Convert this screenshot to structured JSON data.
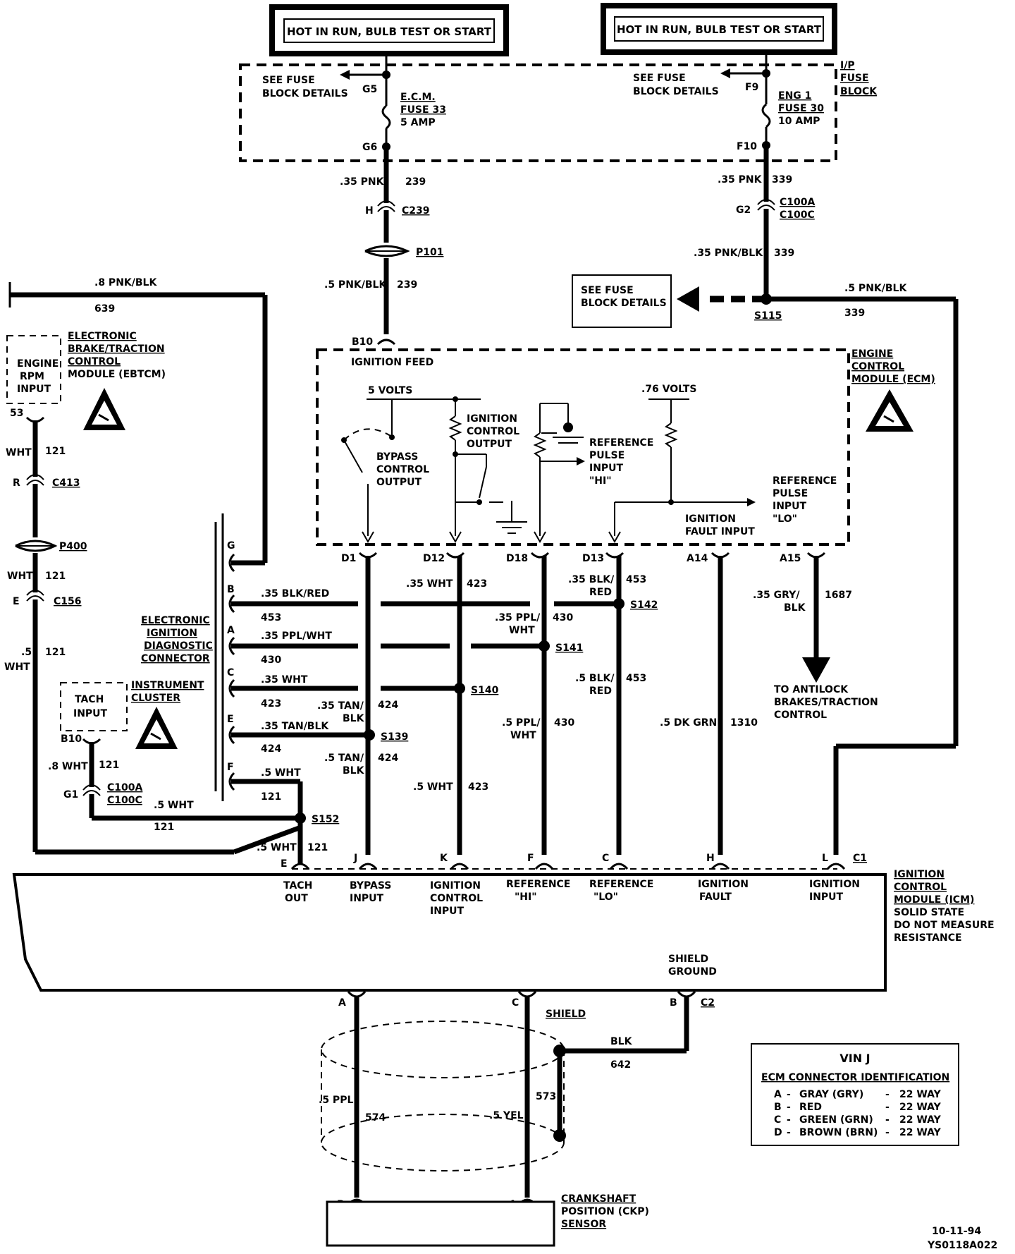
{
  "power": {
    "left_hot": "HOT IN RUN, BULB TEST OR START",
    "right_hot": "HOT IN RUN, BULB TEST OR START",
    "ip_fuse_block": [
      "I/P",
      "FUSE",
      "BLOCK"
    ],
    "see_fuse_left": [
      "SEE FUSE",
      "BLOCK DETAILS"
    ],
    "see_fuse_right": [
      "SEE FUSE",
      "BLOCK DETAILS"
    ],
    "see_fuse_box": [
      "SEE FUSE",
      "BLOCK DETAILS"
    ],
    "g5": "G5",
    "g6": "G6",
    "f9": "F9",
    "f10": "F10",
    "ecm_fuse": [
      "E.C.M.",
      "FUSE 33",
      "5 AMP"
    ],
    "eng_fuse": [
      "ENG 1",
      "FUSE 30",
      "10 AMP"
    ]
  },
  "left_feed": {
    "w1_size": ".35 PNK",
    "w1_circuit": "239",
    "conn_pin": "H",
    "conn": "C239",
    "passthru": "P101",
    "w2_size": ".5 PNK/BLK",
    "w2_circuit": "239",
    "pin": "B10",
    "feed_label": "IGNITION FEED"
  },
  "right_feed": {
    "w1_size": ".35 PNK",
    "w1_circuit": "339",
    "conn_pin": "G2",
    "conn_a": "C100A",
    "conn_b": "C100C",
    "w2_size": ".35 PNK/BLK",
    "w2_circuit": "339",
    "splice": "S115",
    "w3_size": ".5 PNK/BLK",
    "w3_circuit": "339"
  },
  "ebtcm": {
    "wire_size": ".8 PNK/BLK",
    "wire_circuit": "639",
    "title": [
      "ELECTRONIC",
      "BRAKE/TRACTION",
      "CONTROL",
      "MODULE (EBTCM)"
    ],
    "input": [
      "ENGINE",
      "RPM",
      "INPUT"
    ],
    "pin": "53",
    "w1_color": "WHT",
    "w1_circuit": "121",
    "c413_pin": "R",
    "c413": "C413",
    "p400": "P400",
    "w2_color": "WHT",
    "w2_circuit": "121",
    "c156_pin": "E",
    "c156": "C156",
    "w3_size": ".5",
    "w3_color": "WHT",
    "w3_circuit": "121"
  },
  "cluster": {
    "title": [
      "INSTRUMENT",
      "CLUSTER"
    ],
    "input": [
      "TACH",
      "INPUT"
    ],
    "pin": "B10",
    "w_size": ".8 WHT",
    "w_circuit": "121",
    "conn_pin": "G1",
    "conn_a": "C100A",
    "conn_b": "C100C",
    "w2_size": ".5 WHT",
    "w2_circuit": "121"
  },
  "diag_connector": {
    "title": [
      "ELECTRONIC",
      "IGNITION",
      "DIAGNOSTIC",
      "CONNECTOR"
    ],
    "pins": [
      "G",
      "B",
      "A",
      "C",
      "E",
      "F"
    ],
    "b_size": ".35 BLK/RED",
    "b_circuit": "453",
    "a_size": ".35 PPL/WHT",
    "a_circuit": "430",
    "c_size": ".35 WHT",
    "c_circuit": "423",
    "e_size": ".35 TAN/BLK",
    "e_circuit": "424",
    "f_size": ".5 WHT",
    "f_circuit": "121"
  },
  "ecm": {
    "title": [
      "ENGINE",
      "CONTROL",
      "MODULE (ECM)"
    ],
    "five_volts": "5 VOLTS",
    "point76": ".76 VOLTS",
    "bypass": [
      "BYPASS",
      "CONTROL",
      "OUTPUT"
    ],
    "ign_control": [
      "IGNITION",
      "CONTROL",
      "OUTPUT"
    ],
    "ref_hi": [
      "REFERENCE",
      "PULSE",
      "INPUT",
      "\"HI\""
    ],
    "ref_lo": [
      "REFERENCE",
      "PULSE",
      "INPUT",
      "\"LO\""
    ],
    "ign_fault": [
      "IGNITION",
      "FAULT INPUT"
    ],
    "pins": [
      "D1",
      "D12",
      "D18",
      "D13",
      "A14",
      "A15"
    ]
  },
  "wires": {
    "d12_size": ".35 WHT",
    "d12_circuit": "423",
    "d18_size": [
      ".35 PPL/",
      "WHT"
    ],
    "d18_circuit": "430",
    "d13_size": [
      ".35 BLK/",
      "RED"
    ],
    "d13_circuit": "453",
    "a15_size": [
      ".35  GRY/",
      "BLK"
    ],
    "a15_circuit": "1687",
    "s142": "S142",
    "s141": "S141",
    "s140": "S140",
    "s139": "S139",
    "s152": "S152",
    "tan1_size": [
      ".35 TAN/",
      "BLK"
    ],
    "tan1_circuit": "424",
    "tan2_size": [
      ".5 TAN/",
      "BLK"
    ],
    "tan2_circuit": "424",
    "blk_red_size": [
      ".5 BLK/",
      "RED"
    ],
    "blk_red_circuit": "453",
    "ppl_size": [
      ".5 PPL/",
      "WHT"
    ],
    "ppl_circuit": "430",
    "wht_size": ".5 WHT",
    "wht_circuit": "423",
    "dkgrn_size": ".5 DK GRN",
    "dkgrn_circuit": "1310",
    "tach_size": ".5 WHT",
    "tach_circuit": "121",
    "antilock": [
      "TO  ANTILOCK",
      "BRAKES/TRACTION",
      "CONTROL"
    ]
  },
  "icm": {
    "title": [
      "IGNITION",
      "CONTROL",
      "MODULE (ICM)",
      "SOLID STATE",
      "DO NOT MEASURE",
      "RESISTANCE"
    ],
    "pins": [
      "E",
      "J",
      "K",
      "F",
      "C",
      "H",
      "L"
    ],
    "c1": "C1",
    "tach_out": [
      "TACH",
      "OUT"
    ],
    "bypass_in": [
      "BYPASS",
      "INPUT"
    ],
    "ign_ctrl_in": [
      "IGNITION",
      "CONTROL",
      "INPUT"
    ],
    "ref_hi": [
      "REFERENCE",
      "\"HI\""
    ],
    "ref_lo": [
      "REFERENCE",
      "\"LO\""
    ],
    "ign_fault": [
      "IGNITION",
      "FAULT"
    ],
    "ign_input": [
      "IGNITION",
      "INPUT"
    ],
    "shield_ground": [
      "SHIELD",
      "GROUND"
    ],
    "bottom_pins": [
      "A",
      "C",
      "B"
    ],
    "c2": "C2"
  },
  "ckp": {
    "shield": "SHIELD",
    "blk": "BLK",
    "blk_circuit": "642",
    "ppl": ".5 PPL",
    "ppl_circuit": "574",
    "yel": ".5 YEL",
    "yel_circuit": "573",
    "pins": [
      "B",
      "A"
    ],
    "title": [
      "CRANKSHAFT",
      "POSITION (CKP)",
      "SENSOR"
    ]
  },
  "legend": {
    "title": "VIN J",
    "subtitle": "ECM CONNECTOR IDENTIFICATION",
    "rows": [
      {
        "letter": "A",
        "color": "GRAY (GRY)",
        "ways": "22 WAY"
      },
      {
        "letter": "B",
        "color": "RED",
        "ways": "22 WAY"
      },
      {
        "letter": "C",
        "color": "GREEN (GRN)",
        "ways": "22 WAY"
      },
      {
        "letter": "D",
        "color": "BROWN (BRN)",
        "ways": "22 WAY"
      }
    ]
  },
  "footer": {
    "date": "10-11-94",
    "code": "YS0118A022"
  }
}
